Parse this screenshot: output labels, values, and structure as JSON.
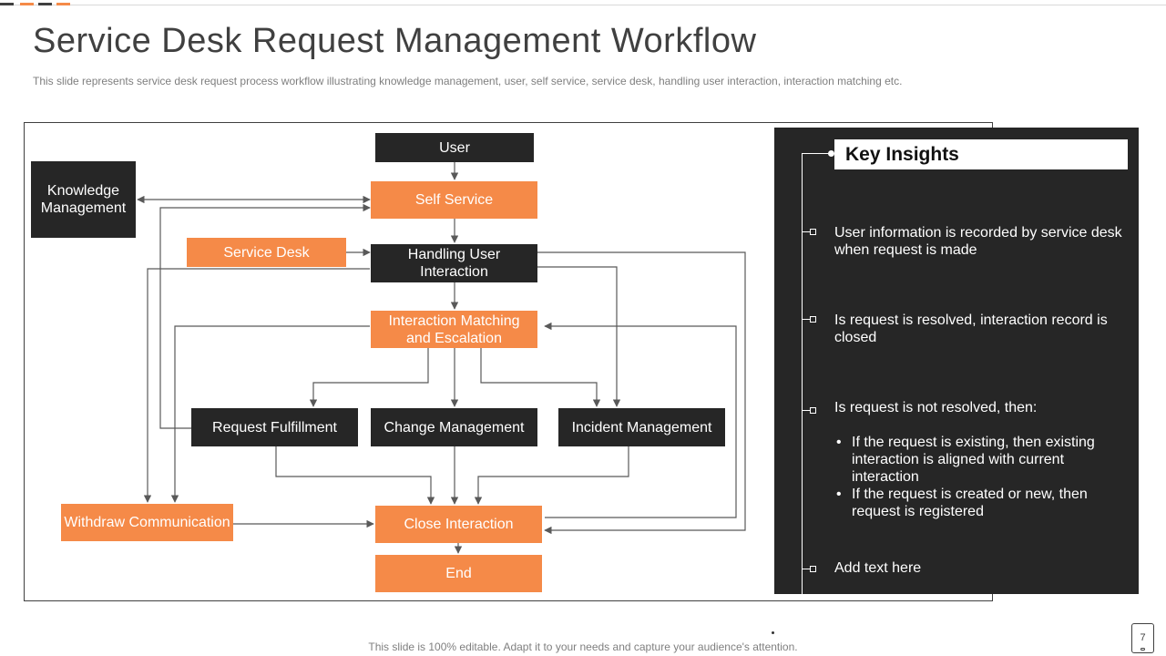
{
  "title": "Service Desk Request Management Workflow",
  "subtitle": "This slide represents service desk request process workflow illustrating knowledge management, user, self service, service desk, handling user interaction, interaction matching etc.",
  "colors": {
    "accent_orange": "#f58a48",
    "dark_box": "#262626",
    "panel_background": "#262626",
    "text_gray": "#7f7f7f"
  },
  "diagram": {
    "user": "User",
    "knowledge_management": "Knowledge Management",
    "self_service": "Self Service",
    "service_desk": "Service Desk",
    "handling_user_interaction": "Handling User Interaction",
    "interaction_matching": "Interaction Matching and Escalation",
    "request_fulfillment": "Request Fulfillment",
    "change_management": "Change Management",
    "incident_management": "Incident Management",
    "withdraw_communication": "Withdraw Communication",
    "close_interaction": "Close Interaction",
    "end": "End"
  },
  "insights": {
    "title": "Key Insights",
    "items": [
      "User information is recorded by service desk when request is made",
      "Is request is resolved, interaction record is closed",
      "Is request is not resolved, then:",
      "Add text here"
    ],
    "sub_items": [
      "If the request is existing, then existing interaction is aligned with current interaction",
      "If the request is created or new, then request is registered"
    ],
    "bullet_glyph": "•"
  },
  "footer": "This slide is 100% editable. Adapt it to your needs and capture your audience's attention.",
  "page_number": "7"
}
